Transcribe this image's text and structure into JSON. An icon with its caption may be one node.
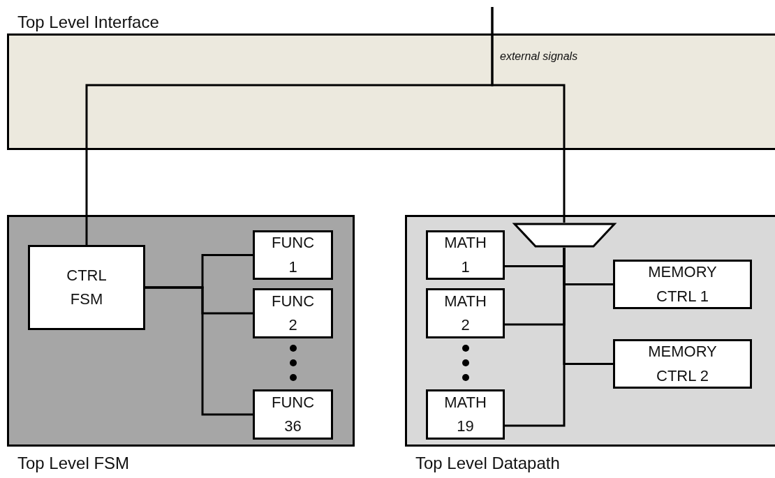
{
  "diagram": {
    "nodes": [
      {
        "text": [
          "Top Level Interface"
        ]
      },
      {
        "text": [
          "Top Level FSM"
        ]
      },
      {
        "text": [
          "CTRL FSM"
        ],
        "in": 1
      },
      {
        "text": [
          "FUNC 1"
        ],
        "in": 1
      },
      {
        "text": [
          "FUNC 2"
        ],
        "in": 1
      },
      {
        "text": [
          "FUNC 36"
        ],
        "in": 1
      },
      {
        "text": [
          "Top Level Datapath"
        ]
      },
      {
        "text": [],
        "shape": "trapezoid",
        "in": 6
      },
      {
        "text": [
          "MATH 1"
        ],
        "in": 6
      },
      {
        "text": [
          "MATH 2"
        ],
        "in": 6
      },
      {
        "text": [
          "MATH 19"
        ],
        "in": 6
      },
      {
        "text": [
          "MEMORY CTRL 1"
        ],
        "in": 6
      },
      {
        "text": [
          "MEMORY CTRL 2"
        ],
        "in": 6
      }
    ],
    "edges": [
      {
        "from": null,
        "to": 2,
        "arrow": "none"
      },
      {
        "from": null,
        "to": 7,
        "arrow": "none"
      },
      {
        "from": 2,
        "to": 3,
        "arrow": "none"
      },
      {
        "from": 2,
        "to": 4,
        "arrow": "none"
      },
      {
        "from": 2,
        "to": 5,
        "arrow": "none"
      },
      {
        "from": 7,
        "to": 8,
        "arrow": "none"
      },
      {
        "from": 7,
        "to": 9,
        "arrow": "none"
      },
      {
        "from": 7,
        "to": 10,
        "arrow": "none"
      },
      {
        "from": 7,
        "to": 11,
        "arrow": "none"
      },
      {
        "from": 7,
        "to": 12,
        "arrow": "none"
      }
    ],
    "labels": [
      "external signals"
    ]
  }
}
